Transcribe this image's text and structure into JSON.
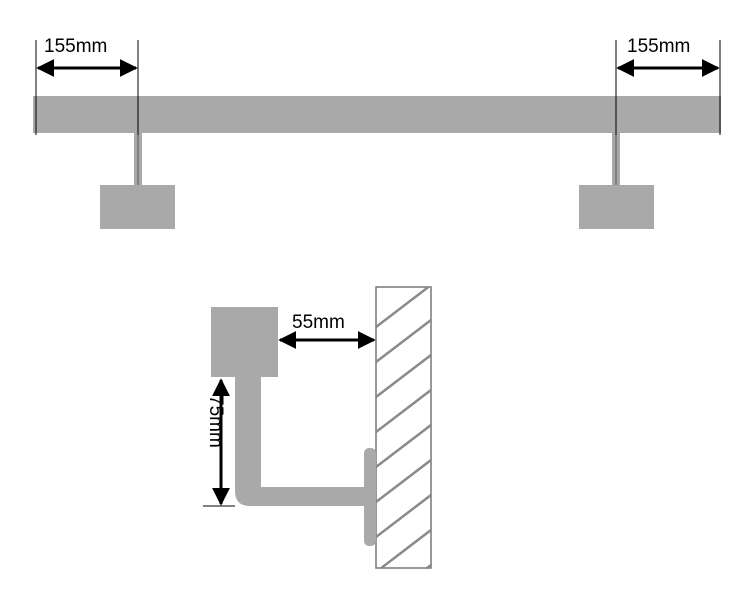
{
  "colors": {
    "part": "#a9a9a9",
    "dimension": "#000000",
    "wall": "#777777",
    "background": "#ffffff"
  },
  "front_view": {
    "left_offset_label": "155mm",
    "right_offset_label": "155mm"
  },
  "side_view": {
    "wall_gap_label": "55mm",
    "bracket_height_label": "75mm"
  }
}
